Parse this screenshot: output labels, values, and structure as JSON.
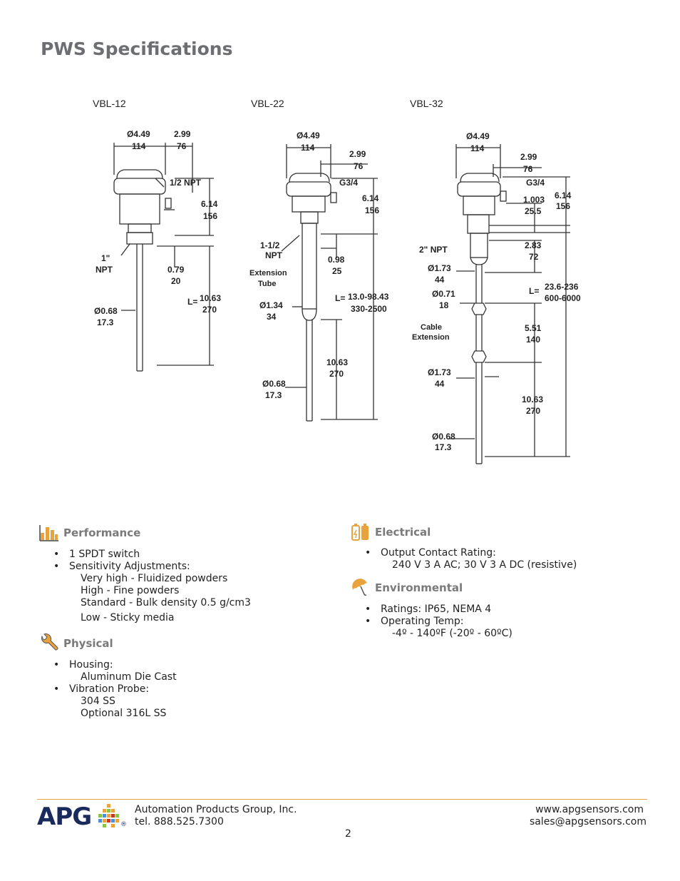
{
  "page_title": "PWS Specifications",
  "drawing": {
    "models": [
      "VBL-12",
      "VBL-22",
      "VBL-32"
    ],
    "vbl12": {
      "dia_top": "Ø4.49",
      "dia_top_mm": "114",
      "w": "2.99",
      "w_mm": "76",
      "npt_small": "1/2 NPT",
      "h": "6.14",
      "h_mm": "156",
      "npt_main": "1\"",
      "npt_main_2": "NPT",
      "thread": "0.79",
      "thread_mm": "20",
      "l_label": "L=",
      "l": "10.63",
      "l_mm": "270",
      "probe": "Ø0.68",
      "probe_mm": "17.3"
    },
    "vbl22": {
      "dia_top": "Ø4.49",
      "dia_top_mm": "114",
      "w": "2.99",
      "w_mm": "76",
      "g": "G3/4",
      "h": "6.14",
      "h_mm": "156",
      "npt": "1-1/2",
      "npt_2": "NPT",
      "ext": "Extension",
      "ext_2": "Tube",
      "thread": "0.98",
      "thread_mm": "25",
      "l_label": "L=",
      "l": "13.0-98.43",
      "l_mm": "330-2500",
      "tube": "Ø1.34",
      "tube_mm": "34",
      "tip": "10.63",
      "tip_mm": "270",
      "probe": "Ø0.68",
      "probe_mm": "17.3"
    },
    "vbl32": {
      "dia_top": "Ø4.49",
      "dia_top_mm": "114",
      "w": "2.99",
      "w_mm": "76",
      "g": "G3/4",
      "gl": "1.003",
      "gl_mm": "25.5",
      "h": "6.14",
      "h_mm": "156",
      "npt": "2\" NPT",
      "neck": "2.83",
      "neck_mm": "72",
      "d1": "Ø1.73",
      "d1_mm": "44",
      "l_label": "L=",
      "l": "23.6-236",
      "l_mm": "600-6000",
      "d2": "Ø0.71",
      "d2_mm": "18",
      "cable": "Cable",
      "cable_2": "Extension",
      "seg": "5.51",
      "seg_mm": "140",
      "d3": "Ø1.73",
      "d3_mm": "44",
      "tip": "10.63",
      "tip_mm": "270",
      "probe": "Ø0.68",
      "probe_mm": "17.3"
    }
  },
  "performance": {
    "title": "Performance",
    "items": [
      "1 SPDT switch",
      "Sensitivity Adjustments:"
    ],
    "sub": [
      "Very high - Fluidized powders",
      "High - Fine powders",
      "Standard - Bulk density 0.5 g/cm3",
      "Low - Sticky media"
    ]
  },
  "physical": {
    "title": "Physical",
    "item1": "Housing:",
    "sub1": "Aluminum Die Cast",
    "item2": "Vibration Probe:",
    "sub2a": "304 SS",
    "sub2b": "Optional 316L SS"
  },
  "electrical": {
    "title": "Electrical",
    "item": "Output Contact Rating:",
    "sub": "240 V 3 A AC; 30 V 3 A DC (resistive)"
  },
  "environmental": {
    "title": "Environmental",
    "item1": "Ratings: IP65, NEMA 4",
    "item2": "Operating Temp:",
    "sub": "-4º - 140ºF (-20º - 60ºC)"
  },
  "footer": {
    "logo_text": "APG",
    "logo_reg": "®",
    "company": "Automation Products Group, Inc.",
    "tel": "tel. 888.525.7300",
    "web": "www.apgsensors.com",
    "email": "sales@apgsensors.com",
    "page": "2"
  },
  "colors": {
    "accent": "#e8a33d",
    "heading": "#6d6e71",
    "logo_blue": "#1b2a5c"
  }
}
